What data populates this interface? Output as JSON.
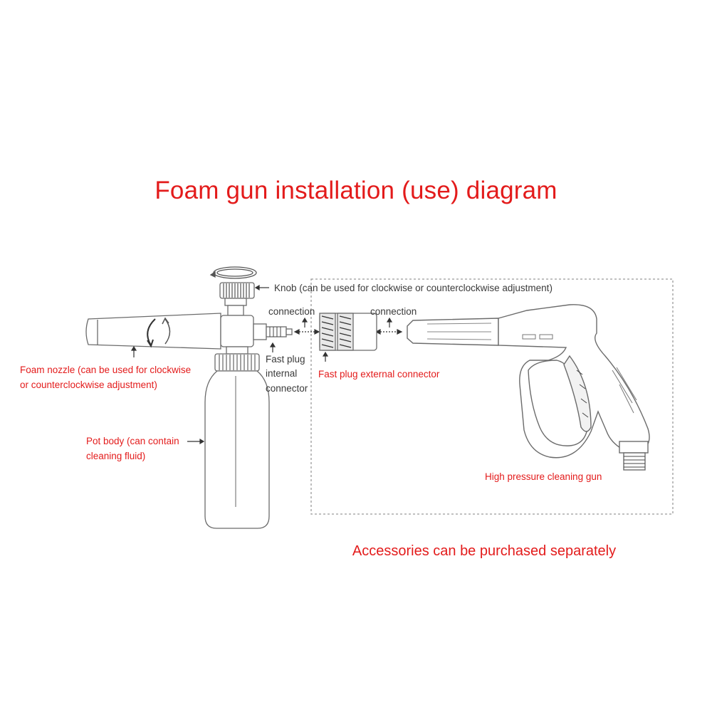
{
  "title": "Foam gun installation (use) diagram",
  "labels": {
    "knob": "Knob (can be used for clockwise or counterclockwise adjustment)",
    "connection_left": "connection",
    "connection_right": "connection",
    "fast_plug_internal_line1": "Fast plug",
    "fast_plug_internal_line2": "internal",
    "fast_plug_internal_line3": "connector",
    "fast_plug_external": "Fast plug external connector",
    "foam_nozzle_line1": "Foam nozzle (can be used for clockwise",
    "foam_nozzle_line2": "or counterclockwise adjustment)",
    "pot_body_line1": "Pot body (can contain",
    "pot_body_line2": "cleaning fluid)",
    "high_pressure_gun": "High pressure cleaning gun"
  },
  "footer_note": "Accessories can be purchased separately",
  "colors": {
    "label_red": "#e31b1b",
    "outline": "#6b6b6b",
    "dashed_box": "#9a9a9a"
  }
}
